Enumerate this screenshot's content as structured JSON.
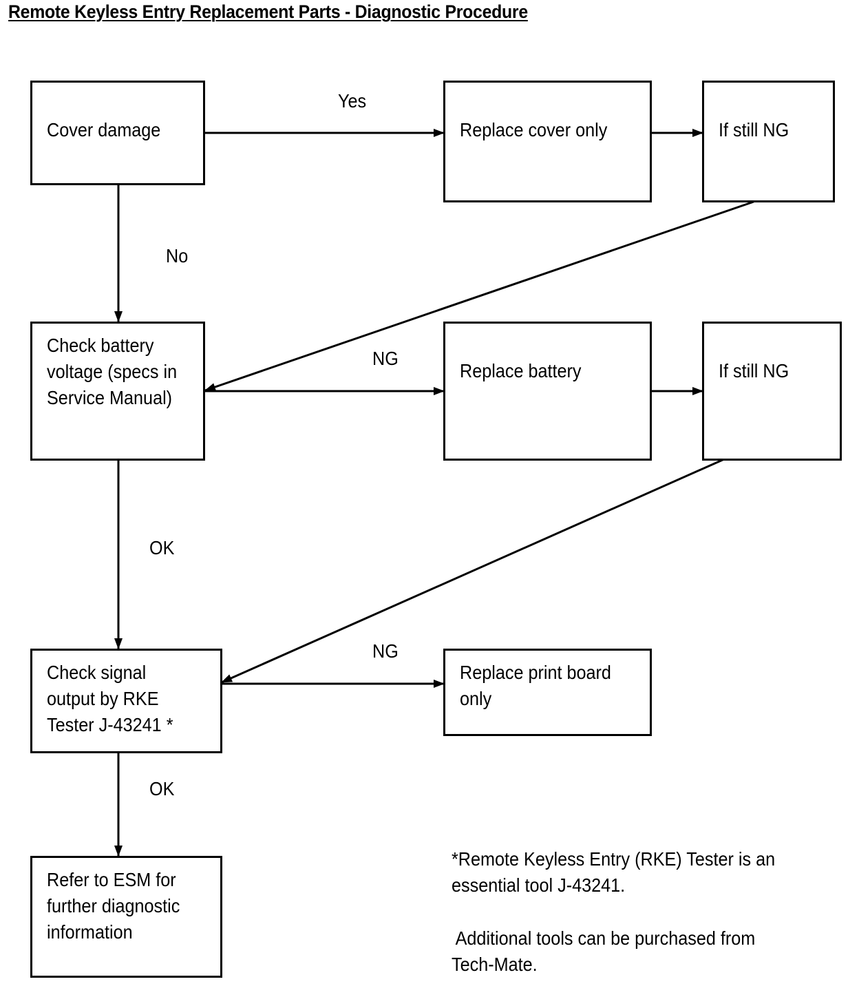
{
  "title": "Remote Keyless Entry Replacement Parts - Diagnostic Procedure",
  "nodes": {
    "cover_damage": {
      "text": "Cover damage"
    },
    "replace_cover": {
      "text": "Replace cover only"
    },
    "still_ng_1": {
      "text": "If still NG"
    },
    "check_battery": {
      "lines": [
        "Check battery",
        "voltage (specs in",
        "Service Manual)"
      ]
    },
    "replace_battery": {
      "text": "Replace battery"
    },
    "still_ng_2": {
      "text": "If still NG"
    },
    "check_signal": {
      "lines": [
        "Check signal",
        "output by RKE",
        "Tester J-43241 *"
      ]
    },
    "replace_board": {
      "lines": [
        "Replace print board",
        "only"
      ]
    },
    "refer_esm": {
      "lines": [
        "Refer to ESM for",
        "further diagnostic",
        "information"
      ]
    }
  },
  "edges": {
    "yes": "Yes",
    "no": "No",
    "ng_1": "NG",
    "ok_1": "OK",
    "ng_2": "NG",
    "ok_2": "OK"
  },
  "footnote": {
    "line1": "*Remote Keyless Entry (RKE) Tester is an",
    "line2": "essential tool J-43241.",
    "line3": " Additional tools can be purchased from",
    "line4": "Tech-Mate."
  }
}
